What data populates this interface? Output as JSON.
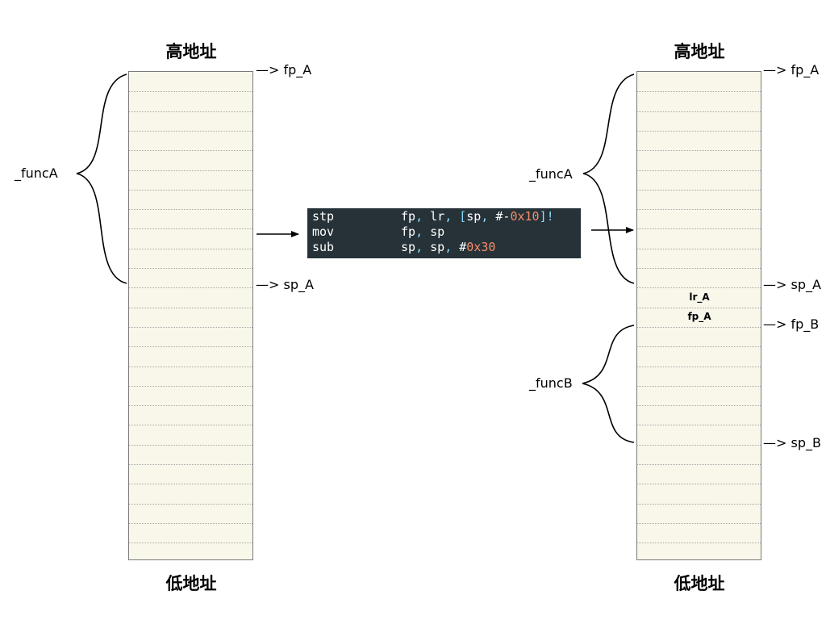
{
  "colors": {
    "stack_fill": "#f9f6ea",
    "stack_border": "#7a7a7a",
    "code_bg": "#263238",
    "code_text": "#ffffff",
    "code_number": "#f78c6c",
    "code_punct": "#89ddff"
  },
  "left_stack": {
    "top_label": "高地址",
    "bottom_label": "低地址",
    "brace_label": "_funcA",
    "markers": {
      "fp": "—> fp_A",
      "sp": "—> sp_A"
    }
  },
  "right_stack": {
    "top_label": "高地址",
    "bottom_label": "低地址",
    "brace_a_label": "_funcA",
    "brace_b_label": "_funcB",
    "cells": {
      "lr": "lr_A",
      "fp": "fp_A"
    },
    "markers": {
      "fp_a": "—> fp_A",
      "sp_a": "—> sp_A",
      "fp_b": "—> fp_B",
      "sp_b": "—> sp_B"
    }
  },
  "code": {
    "lines": [
      {
        "op": "stp",
        "args": [
          {
            "t": "fp",
            "c": "txt"
          },
          {
            "t": ", ",
            "c": "pun"
          },
          {
            "t": "lr",
            "c": "txt"
          },
          {
            "t": ", ",
            "c": "pun"
          },
          {
            "t": "[",
            "c": "pun"
          },
          {
            "t": "sp",
            "c": "txt"
          },
          {
            "t": ", ",
            "c": "pun"
          },
          {
            "t": "#-",
            "c": "txt"
          },
          {
            "t": "0x10",
            "c": "num"
          },
          {
            "t": "]!",
            "c": "pun"
          }
        ]
      },
      {
        "op": "mov",
        "args": [
          {
            "t": "fp",
            "c": "txt"
          },
          {
            "t": ", ",
            "c": "pun"
          },
          {
            "t": "sp",
            "c": "txt"
          }
        ]
      },
      {
        "op": "sub",
        "args": [
          {
            "t": "sp",
            "c": "txt"
          },
          {
            "t": ", ",
            "c": "pun"
          },
          {
            "t": "sp",
            "c": "txt"
          },
          {
            "t": ", ",
            "c": "pun"
          },
          {
            "t": "#",
            "c": "txt"
          },
          {
            "t": "0x30",
            "c": "num"
          }
        ]
      }
    ]
  }
}
